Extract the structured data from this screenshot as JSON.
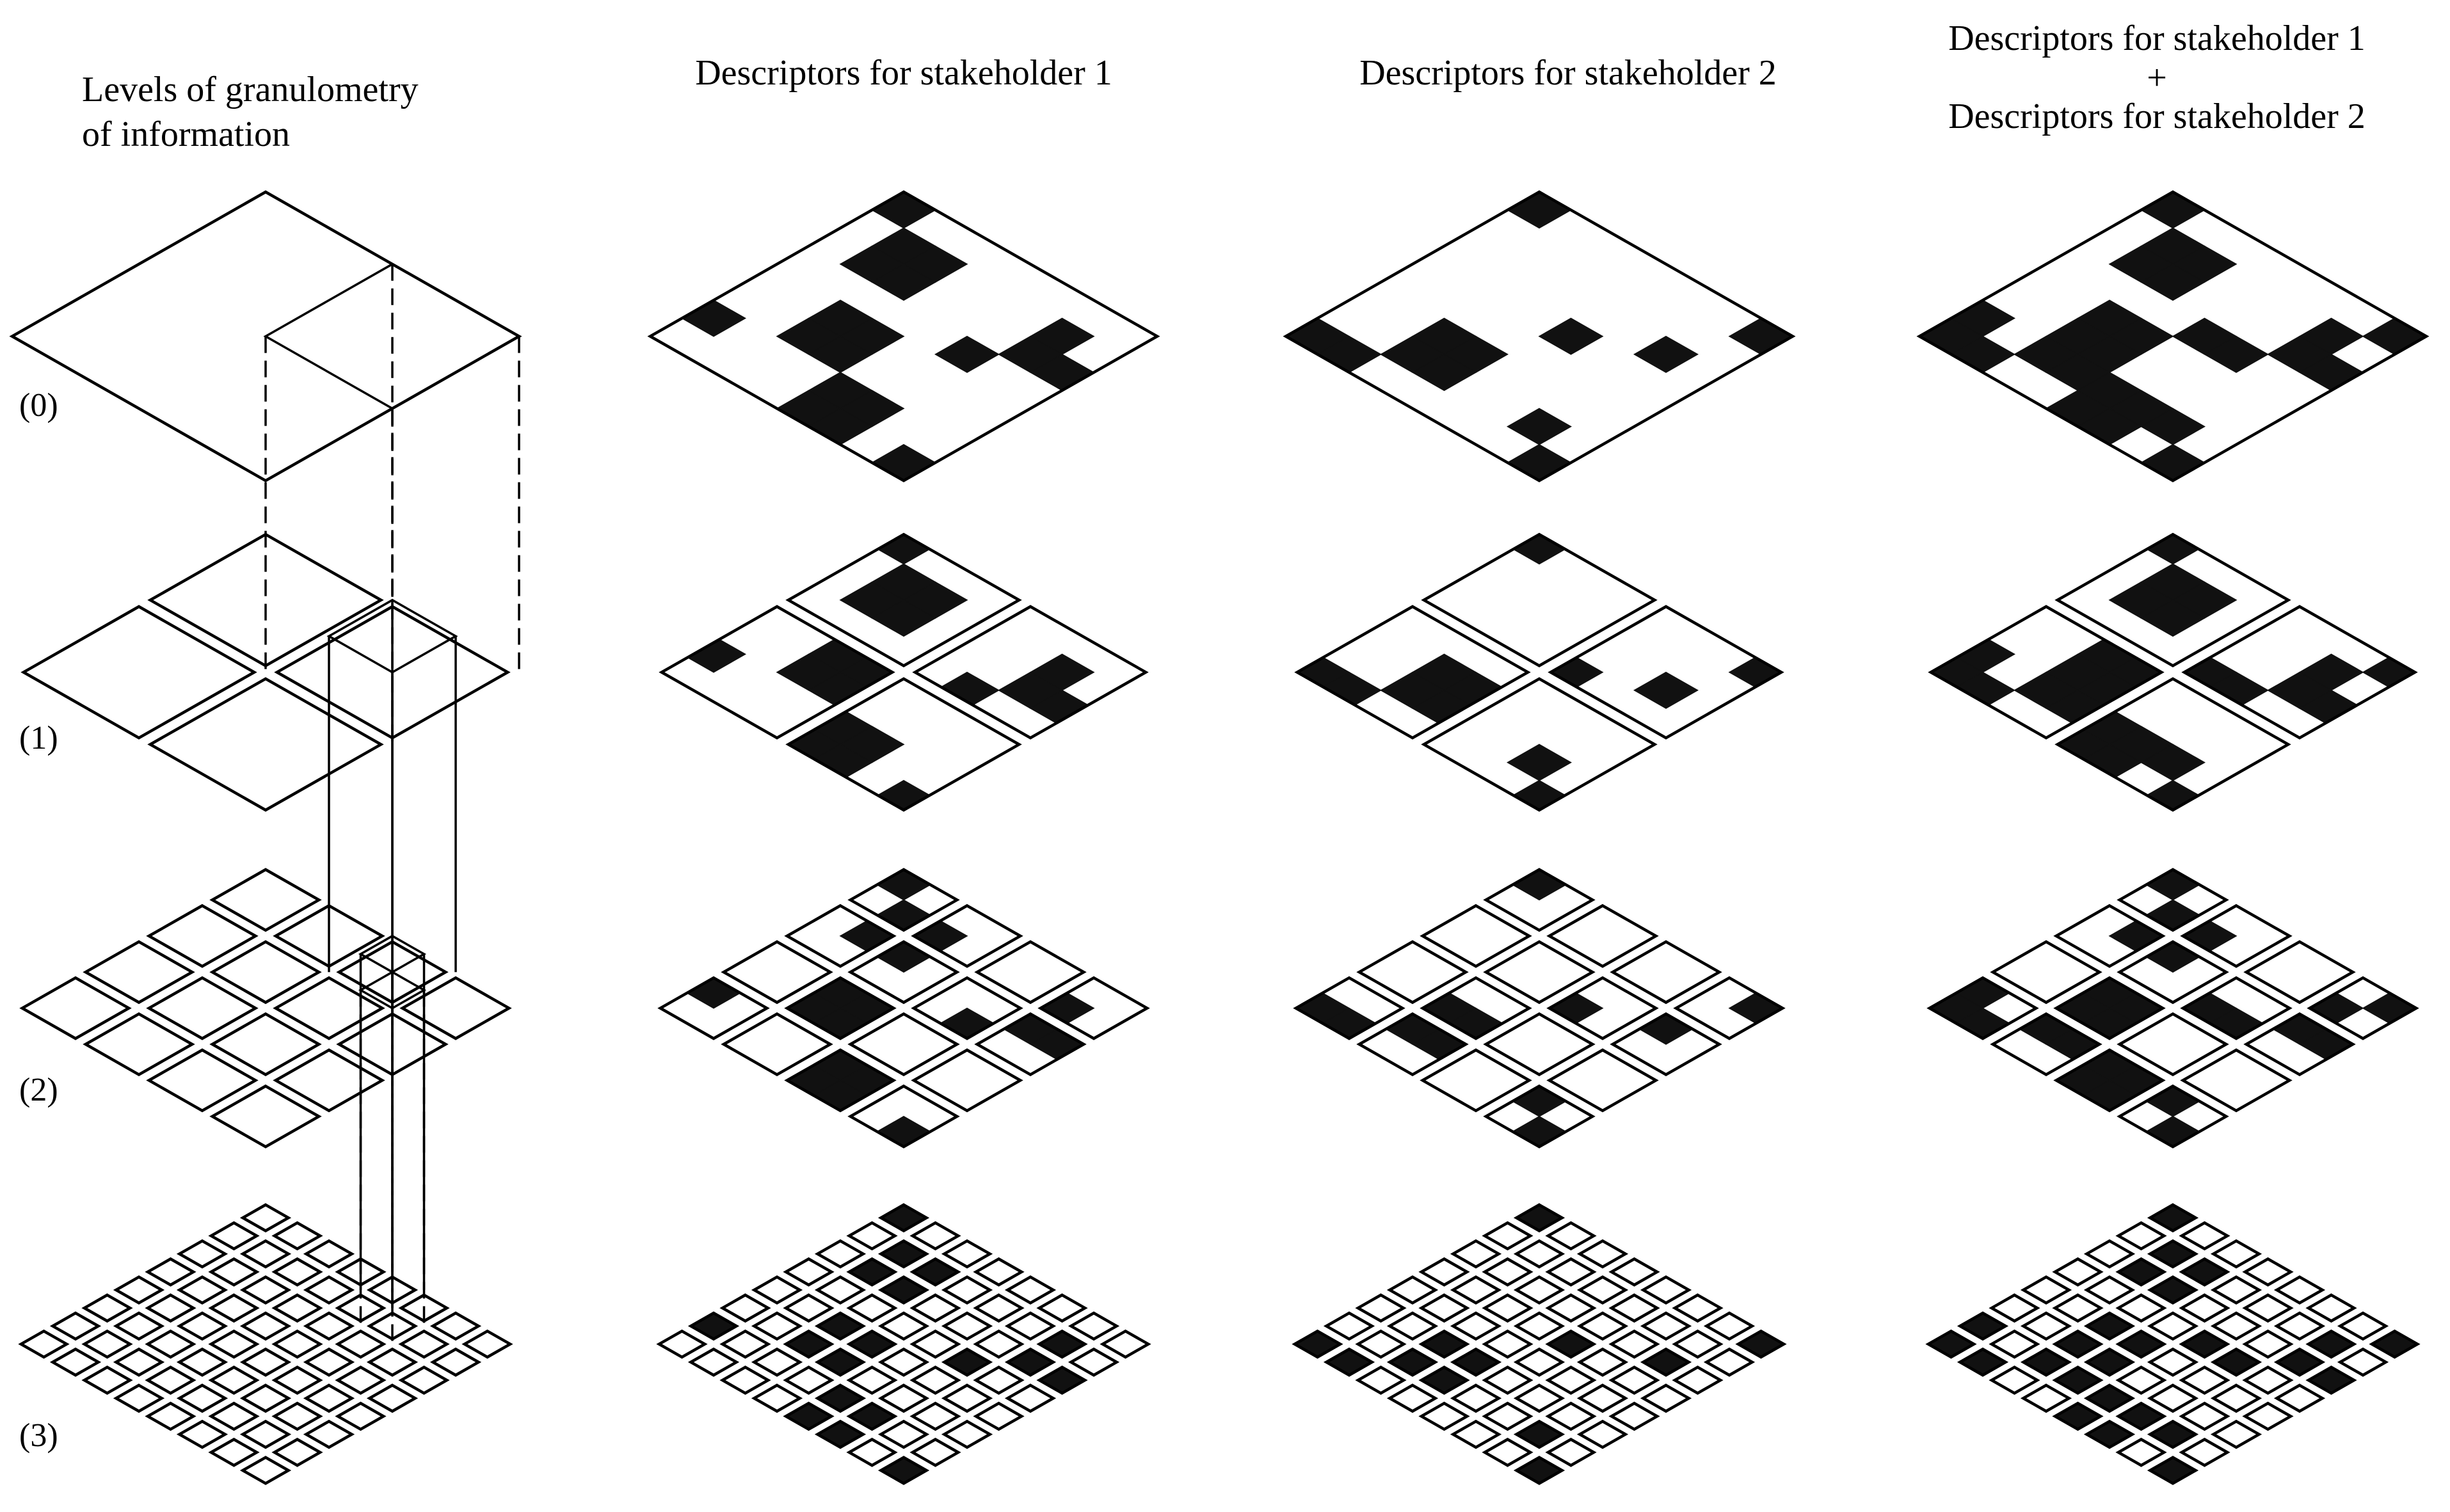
{
  "headers": {
    "levels": [
      "Levels of granulometry",
      "of information"
    ],
    "stakeholder1": "Descriptors for stakeholder 1",
    "stakeholder2": "Descriptors for stakeholder 2",
    "combined": [
      "Descriptors for stakeholder 1",
      "+",
      "Descriptors for stakeholder 2"
    ]
  },
  "level_labels": [
    "(0)",
    "(1)",
    "(2)",
    "(3)"
  ],
  "colors": {
    "line": "#000000",
    "fill": "#111111",
    "background": "#ffffff"
  },
  "grid": {
    "cells_per_side": 8,
    "levels": 4
  },
  "descriptors": {
    "stakeholder1": [
      [
        0,
        0
      ],
      [
        1,
        1
      ],
      [
        1,
        2
      ],
      [
        2,
        1
      ],
      [
        2,
        2
      ],
      [
        6,
        1
      ],
      [
        6,
        2
      ],
      [
        5,
        3
      ],
      [
        2,
        4
      ],
      [
        3,
        4
      ],
      [
        2,
        5
      ],
      [
        3,
        5
      ],
      [
        4,
        6
      ],
      [
        5,
        6
      ],
      [
        4,
        7
      ],
      [
        5,
        7
      ],
      [
        7,
        7
      ],
      [
        0,
        6
      ],
      [
        7,
        2
      ]
    ],
    "stakeholder2": [
      [
        0,
        0
      ],
      [
        0,
        7
      ],
      [
        7,
        0
      ],
      [
        7,
        7
      ],
      [
        6,
        2
      ],
      [
        4,
        3
      ],
      [
        2,
        5
      ],
      [
        3,
        5
      ],
      [
        2,
        6
      ],
      [
        3,
        6
      ],
      [
        1,
        7
      ],
      [
        6,
        6
      ]
    ],
    "combined": [
      [
        0,
        0
      ],
      [
        1,
        1
      ],
      [
        1,
        2
      ],
      [
        2,
        1
      ],
      [
        2,
        2
      ],
      [
        6,
        1
      ],
      [
        6,
        2
      ],
      [
        5,
        3
      ],
      [
        2,
        4
      ],
      [
        3,
        4
      ],
      [
        2,
        5
      ],
      [
        3,
        5
      ],
      [
        4,
        6
      ],
      [
        5,
        6
      ],
      [
        4,
        7
      ],
      [
        5,
        7
      ],
      [
        7,
        7
      ],
      [
        0,
        6
      ],
      [
        7,
        2
      ],
      [
        0,
        7
      ],
      [
        7,
        0
      ],
      [
        4,
        3
      ],
      [
        2,
        6
      ],
      [
        3,
        6
      ],
      [
        1,
        7
      ],
      [
        6,
        6
      ]
    ]
  }
}
